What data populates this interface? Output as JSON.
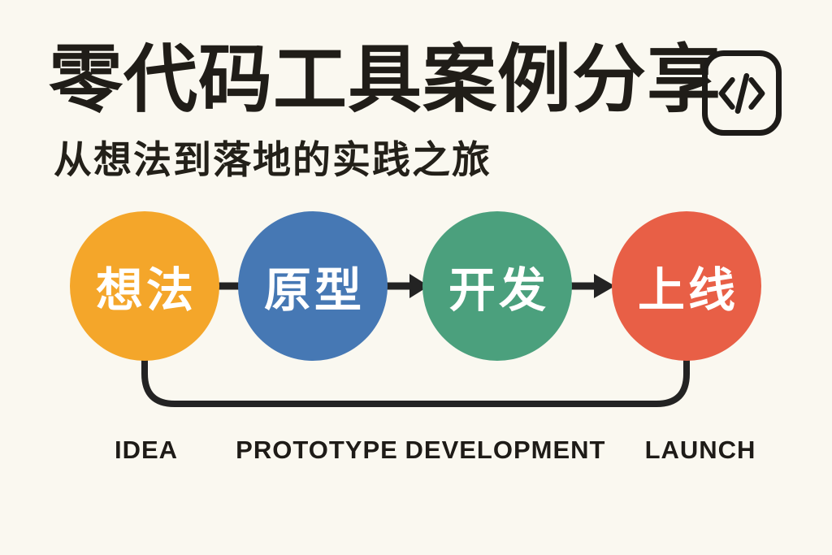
{
  "header": {
    "title": "零代码工具案例分享",
    "subtitle": "从想法到落地的实践之旅",
    "icon": "code-slash-icon"
  },
  "flow": {
    "stages": [
      {
        "zh": "想法",
        "en": "IDEA",
        "color": "#F4A62A"
      },
      {
        "zh": "原型",
        "en": "PROTOTYPE",
        "color": "#4678B4"
      },
      {
        "zh": "开发",
        "en": "DEVELOPMENT",
        "color": "#4BA07D"
      },
      {
        "zh": "上线",
        "en": "LAUNCH",
        "color": "#E85F46"
      }
    ],
    "connector_color": "#232323"
  },
  "colors": {
    "background": "#FAF8F0",
    "text": "#201D18",
    "circle_text": "#FFFFFF"
  }
}
